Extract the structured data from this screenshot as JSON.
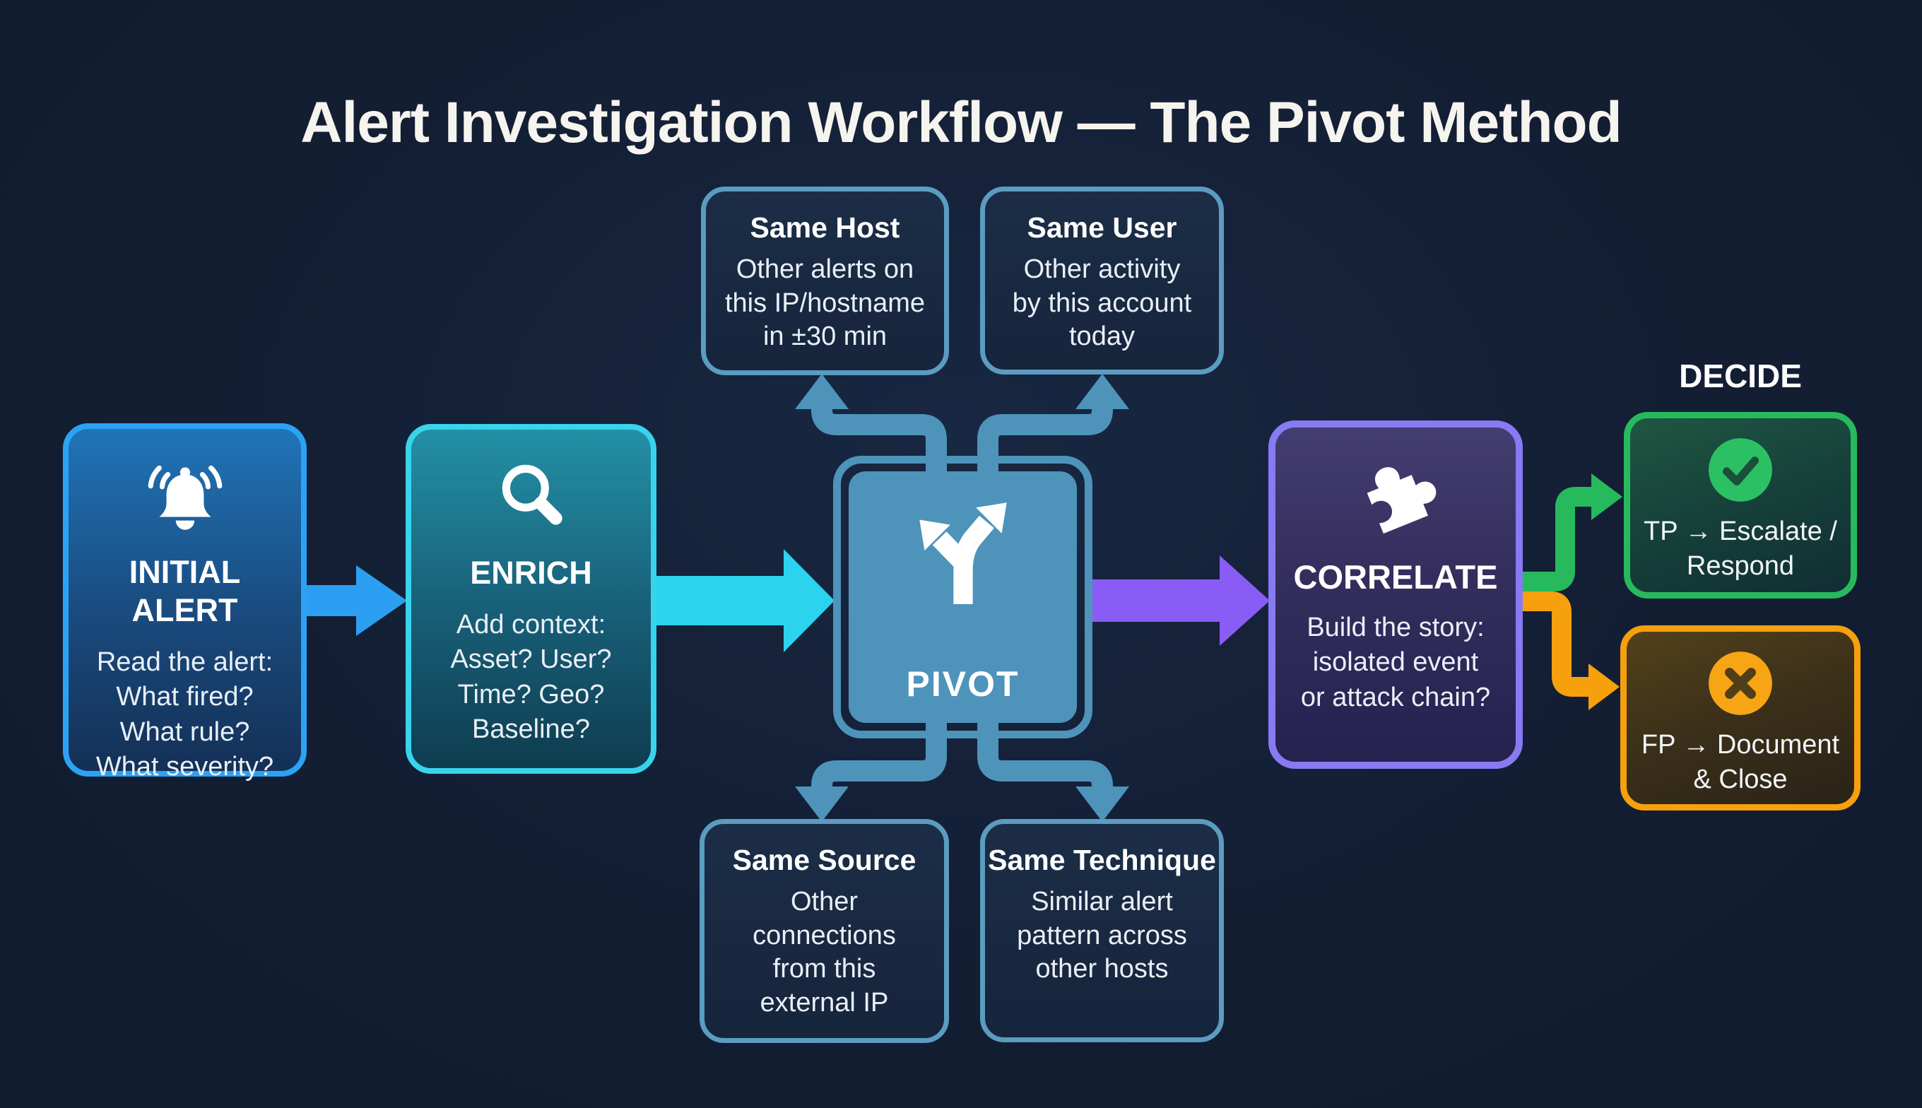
{
  "title": "Alert Investigation Workflow — The Pivot Method",
  "decide_label": "DECIDE",
  "nodes": {
    "initial": {
      "title": "INITIAL\nALERT",
      "body": "Read the alert:\nWhat fired?\nWhat rule?\nWhat severity?",
      "icon": "bell"
    },
    "enrich": {
      "title": "ENRICH",
      "body": "Add context:\nAsset? User?\nTime? Geo?\nBaseline?",
      "icon": "magnifier"
    },
    "pivot": {
      "title": "PIVOT",
      "icon": "fork-arrows"
    },
    "same_host": {
      "title": "Same Host",
      "body": "Other alerts on\nthis IP/hostname\nin ±30 min"
    },
    "same_user": {
      "title": "Same User",
      "body": "Other activity\nby this account\ntoday"
    },
    "same_source": {
      "title": "Same Source",
      "body": "Other\nconnections\nfrom this\nexternal IP"
    },
    "same_technique": {
      "title": "Same Technique",
      "body": "Similar alert\npattern across\nother hosts"
    },
    "correlate": {
      "title": "CORRELATE",
      "body": "Build the story:\nisolated event\nor attack chain?",
      "icon": "puzzle-piece"
    },
    "tp": {
      "body": "TP → Escalate /\nRespond",
      "icon": "check-circle"
    },
    "fp": {
      "body": "FP → Document\n& Close",
      "icon": "x-circle"
    }
  },
  "colors": {
    "background": "#131e33",
    "initial_accent": "#2ba3f5",
    "enrich_accent": "#38d4ec",
    "pivot_steel": "#4e93ba",
    "satellite_border": "#5b9cc0",
    "correlate_accent": "#877af3",
    "tp_green": "#27ba5d",
    "fp_orange": "#f6a00d",
    "arrow_blue": "#2d9ff2",
    "arrow_cyan": "#2bd3ee",
    "arrow_purple": "#8a5cf6"
  }
}
